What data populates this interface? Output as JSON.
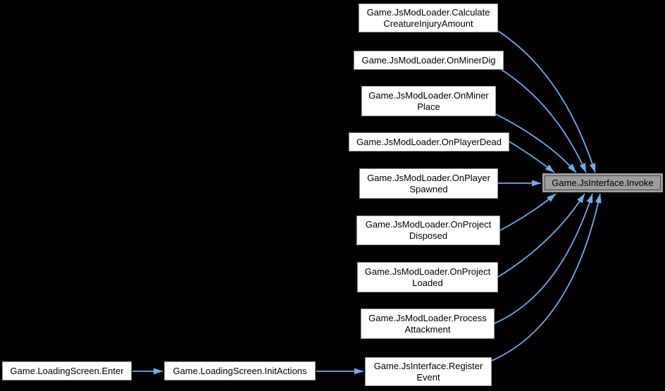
{
  "graph": {
    "type": "caller-graph",
    "focus_node": "Game.JsInterface.Invoke",
    "colors": {
      "background": "#000000",
      "arrow": "#63b1f2",
      "node_fill": "#ffffff",
      "node_border": "#9a9a9a",
      "node_text": "#000000",
      "focus_fill": "#9d9d9d",
      "focus_border": "#4b4b4b"
    },
    "nodes": [
      {
        "id": "calculate-creature-injury-amount",
        "label": "Game.JsModLoader.CalculateCreatureInjuryAmount",
        "lines": [
          "Game.JsModLoader.Calculate",
          "CreatureInjuryAmount"
        ]
      },
      {
        "id": "on-miner-dig",
        "label": "Game.JsModLoader.OnMinerDig",
        "lines": [
          "Game.JsModLoader.OnMinerDig"
        ]
      },
      {
        "id": "on-miner-place",
        "label": "Game.JsModLoader.OnMinerPlace",
        "lines": [
          "Game.JsModLoader.OnMiner",
          "Place"
        ]
      },
      {
        "id": "on-player-dead",
        "label": "Game.JsModLoader.OnPlayerDead",
        "lines": [
          "Game.JsModLoader.OnPlayerDead"
        ]
      },
      {
        "id": "on-player-spawned",
        "label": "Game.JsModLoader.OnPlayerSpawned",
        "lines": [
          "Game.JsModLoader.OnPlayer",
          "Spawned"
        ]
      },
      {
        "id": "on-project-disposed",
        "label": "Game.JsModLoader.OnProjectDisposed",
        "lines": [
          "Game.JsModLoader.OnProject",
          "Disposed"
        ]
      },
      {
        "id": "on-project-loaded",
        "label": "Game.JsModLoader.OnProjectLoaded",
        "lines": [
          "Game.JsModLoader.OnProject",
          "Loaded"
        ]
      },
      {
        "id": "process-attackment",
        "label": "Game.JsModLoader.ProcessAttackment",
        "lines": [
          "Game.JsModLoader.Process",
          "Attackment"
        ]
      },
      {
        "id": "register-event",
        "label": "Game.JsInterface.RegisterEvent",
        "lines": [
          "Game.JsInterface.Register",
          "Event"
        ]
      },
      {
        "id": "loading-screen-enter",
        "label": "Game.LoadingScreen.Enter",
        "lines": [
          "Game.LoadingScreen.Enter"
        ]
      },
      {
        "id": "loading-screen-init-actions",
        "label": "Game.LoadingScreen.InitActions",
        "lines": [
          "Game.LoadingScreen.InitActions"
        ]
      },
      {
        "id": "js-interface-invoke",
        "label": "Game.JsInterface.Invoke",
        "lines": [
          "Game.JsInterface.Invoke"
        ],
        "current": true
      }
    ],
    "edges": [
      {
        "from": "Game.JsModLoader.CalculateCreatureInjuryAmount",
        "to": "Game.JsInterface.Invoke"
      },
      {
        "from": "Game.JsModLoader.OnMinerDig",
        "to": "Game.JsInterface.Invoke"
      },
      {
        "from": "Game.JsModLoader.OnMinerPlace",
        "to": "Game.JsInterface.Invoke"
      },
      {
        "from": "Game.JsModLoader.OnPlayerDead",
        "to": "Game.JsInterface.Invoke"
      },
      {
        "from": "Game.JsModLoader.OnPlayerSpawned",
        "to": "Game.JsInterface.Invoke"
      },
      {
        "from": "Game.JsModLoader.OnProjectDisposed",
        "to": "Game.JsInterface.Invoke"
      },
      {
        "from": "Game.JsModLoader.OnProjectLoaded",
        "to": "Game.JsInterface.Invoke"
      },
      {
        "from": "Game.JsModLoader.ProcessAttackment",
        "to": "Game.JsInterface.Invoke"
      },
      {
        "from": "Game.JsInterface.RegisterEvent",
        "to": "Game.JsInterface.Invoke"
      },
      {
        "from": "Game.LoadingScreen.Enter",
        "to": "Game.LoadingScreen.InitActions"
      },
      {
        "from": "Game.LoadingScreen.InitActions",
        "to": "Game.JsInterface.RegisterEvent"
      }
    ]
  }
}
